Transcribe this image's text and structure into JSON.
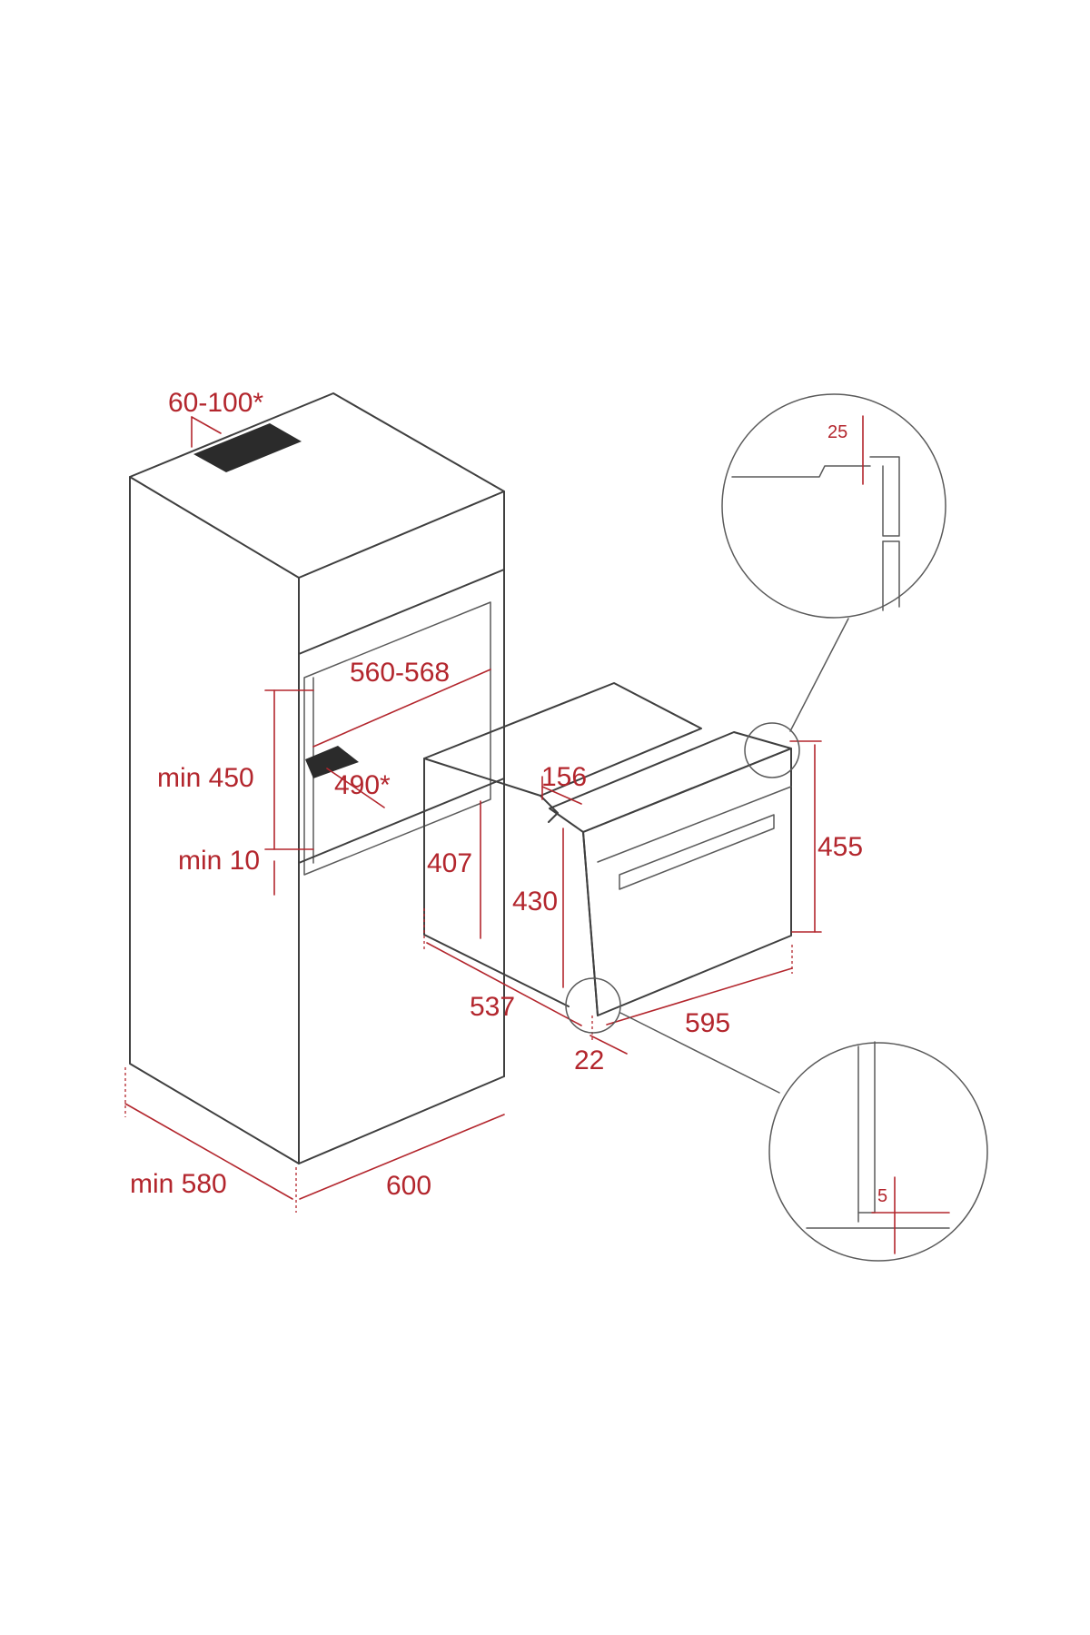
{
  "diagram": {
    "colors": {
      "outline": "#3f3f3f",
      "dimension": "#b3262d",
      "vent": "#2b2b2b",
      "background": "#ffffff"
    },
    "cabinet": {
      "vent_gap": "60-100*",
      "niche_width": "560-568",
      "niche_height": "min 450",
      "bottom_clearance": "min 10",
      "floor_vent": "490*",
      "depth": "min 580",
      "width": "600"
    },
    "appliance": {
      "top_step": "156",
      "body_height_back": "407",
      "body_height_front": "430",
      "front_height": "455",
      "depth": "537",
      "front_width": "595",
      "front_thickness": "22"
    },
    "detail_top": {
      "gap": "25"
    },
    "detail_bottom": {
      "gap": "5"
    }
  }
}
